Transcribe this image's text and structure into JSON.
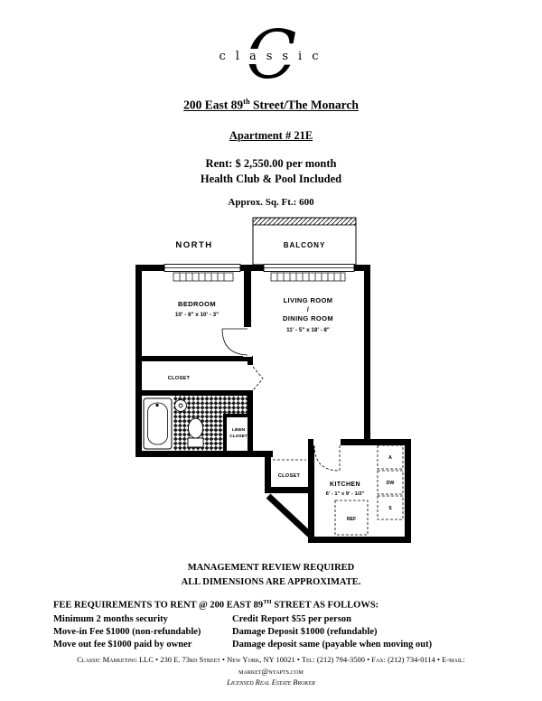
{
  "header": {
    "logo_big_letter": "C",
    "logo_word": "classic",
    "building_title_pre": "200 East 89",
    "building_title_sup": "th",
    "building_title_post": " Street/The Monarch",
    "apartment_label": "Apartment # 21E",
    "rent_line": "Rent: $ 2,550.00 per month",
    "amenity_line": "Health Club & Pool Included",
    "sqft_line": "Approx. Sq. Ft.: 600"
  },
  "floorplan": {
    "north": "NORTH",
    "balcony": "BALCONY",
    "bedroom": "BEDROOM",
    "bedroom_dims": "10' - 8\" x 10' - 3\"",
    "living1": "LIVING ROOM",
    "living_slash": "/",
    "living2": "DINING ROOM",
    "living_dims": "11' - 5\" x 18' - 8\"",
    "closet_bedroom": "CLOSET",
    "linen1": "LINEN",
    "linen2": "CLOSET",
    "closet_hall": "CLOSET",
    "kitchen": "KITCHEN",
    "kitchen_dims": "6' - 1\" x 9' - 1/2\"",
    "appl_a": "A",
    "appl_dw": "DW",
    "appl_s": "S",
    "appl_ref": "REF"
  },
  "notes": {
    "line1": "MANAGEMENT REVIEW REQUIRED",
    "line2": "ALL DIMENSIONS ARE APPROXIMATE."
  },
  "fees": {
    "heading_pre": "FEE REQUIREMENTS TO RENT @ 200 EAST 89",
    "heading_sup": "TH",
    "heading_post": " STREET AS FOLLOWS:",
    "rows": [
      {
        "left": "Minimum 2 months security",
        "right": "Credit Report $55 per person"
      },
      {
        "left": "Move-in Fee $1000 (non-refundable)",
        "right": "Damage Deposit $1000 (refundable)"
      },
      {
        "left": "Move out fee $1000 paid by owner",
        "right": "Damage deposit same (payable when moving out)"
      }
    ]
  },
  "footer": {
    "line1": "Classic Marketing LLC  •  230 E. 73rd Street  •  New York, NY 10021  •  Tel: (212) 794-3500  •  Fax: (212) 734-0114  •  E-mail: market@nyapts.com",
    "line2": "Licensed Real Estate Broker"
  }
}
